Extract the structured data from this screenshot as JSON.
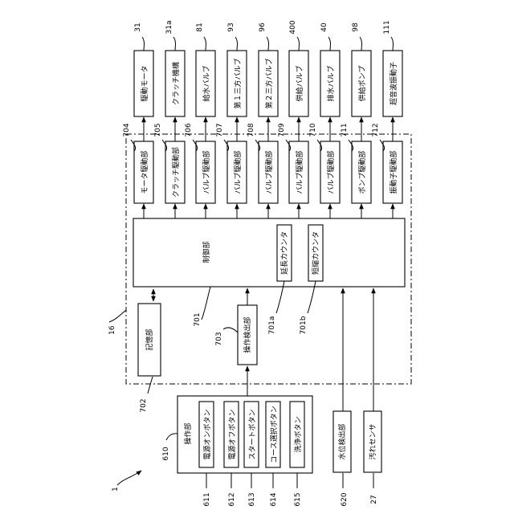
{
  "figure_ref": "1",
  "control_unit_ref": "16",
  "outputs": [
    {
      "ref": "31",
      "label": "駆動モータ"
    },
    {
      "ref": "31a",
      "label": "クラッチ機構"
    },
    {
      "ref": "81",
      "label": "給水バルブ"
    },
    {
      "ref": "93",
      "label": "第１三方バルブ"
    },
    {
      "ref": "96",
      "label": "第２三方バルブ"
    },
    {
      "ref": "400",
      "label": "供給バルブ"
    },
    {
      "ref": "40",
      "label": "排水バルブ"
    },
    {
      "ref": "98",
      "label": "供給ポンプ"
    },
    {
      "ref": "111",
      "label": "超音波振動子"
    }
  ],
  "drivers": [
    {
      "ref": "704",
      "label": "モータ駆動部"
    },
    {
      "ref": "705",
      "label": "クラッチ駆動部"
    },
    {
      "ref": "706",
      "label": "バルブ駆動部"
    },
    {
      "ref": "707",
      "label": "バルブ駆動部"
    },
    {
      "ref": "708",
      "label": "バルブ駆動部"
    },
    {
      "ref": "709",
      "label": "バルブ駆動部"
    },
    {
      "ref": "710",
      "label": "バルブ駆動部"
    },
    {
      "ref": "711",
      "label": "ポンプ駆動部"
    },
    {
      "ref": "712",
      "label": "振動子駆動部"
    }
  ],
  "controller": {
    "ref": "701",
    "label": "制御部"
  },
  "counters": [
    {
      "ref": "701a",
      "label": "延長カウンタ"
    },
    {
      "ref": "701b",
      "label": "短縮カウンタ"
    }
  ],
  "storage": {
    "ref": "702",
    "label": "記憶部"
  },
  "op_detect": {
    "ref": "703",
    "label": "操作検出部"
  },
  "operation": {
    "ref": "610",
    "label": "操作部"
  },
  "buttons": [
    {
      "ref": "611",
      "label": "電源オンボタン"
    },
    {
      "ref": "612",
      "label": "電源オフボタン"
    },
    {
      "ref": "613",
      "label": "スタートボタン"
    },
    {
      "ref": "614",
      "label": "コース選択ボタン"
    },
    {
      "ref": "615",
      "label": "洗浄ボタン"
    }
  ],
  "water_level": {
    "ref": "620",
    "label": "水位検出部"
  },
  "dirt_sensor": {
    "ref": "27",
    "label": "汚れセンサ"
  }
}
